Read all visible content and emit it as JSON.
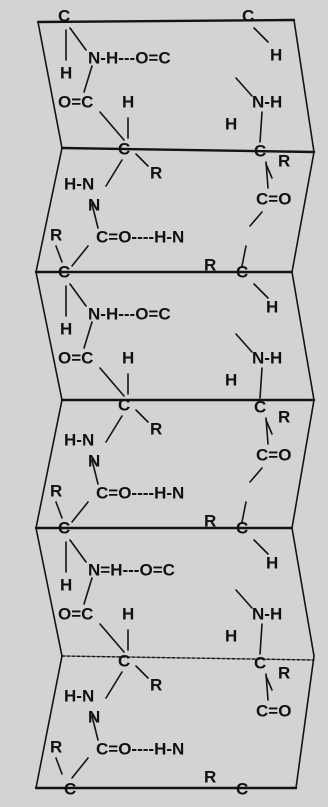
{
  "colors": {
    "background": "#d3d3d3",
    "ink": "#111111",
    "sheet_edge": "#141414"
  },
  "atoms": {
    "C": "C",
    "H": "H",
    "N": "N",
    "R": "R"
  },
  "groups": {
    "amide_nh": "N-H",
    "amide_nh_mid": "N-H---O=C",
    "carbonyl": "O=C",
    "carbonyl_right": "C=O",
    "hn": "H-N",
    "hbond_nh_oc": "N-H---O=C",
    "hbond_co_hn": "C=O----H-N"
  },
  "repeat_units": [
    {
      "hbond_top": "N-H---O=C",
      "hbond_bottom": "C=O----H-N"
    },
    {
      "hbond_top": "N-H---O=C",
      "hbond_bottom": "C=O----H-N"
    },
    {
      "hbond_top": "N=H---O=C",
      "hbond_bottom": "C=O----H-N"
    }
  ]
}
